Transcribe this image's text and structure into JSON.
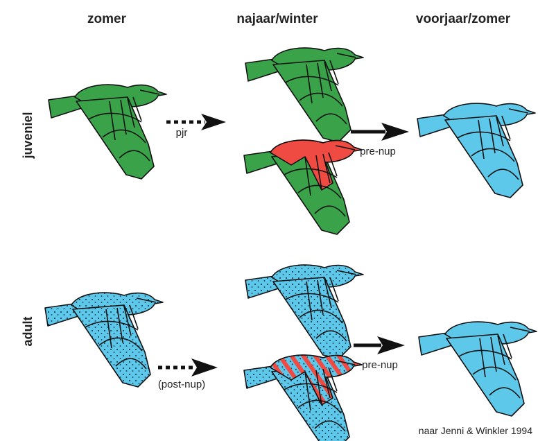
{
  "headers": {
    "summer": "zomer",
    "autumn_winter": "najaar/winter",
    "spring_summer": "voorjaar/zomer"
  },
  "rows": {
    "juvenile": "juveniel",
    "adult": "adult"
  },
  "arrows": {
    "pjr": "pjr",
    "pre_nup_juvenile": "pre-nup",
    "post_nup": "(post-nup)",
    "pre_nup_adult": "pre-nup"
  },
  "source": "naar Jenni & Winkler 1994",
  "colors": {
    "juvenile_green": "#3aa34a",
    "adult_blue": "#5ec8ea",
    "moulted_red": "#ef4b43",
    "outline": "#111111",
    "arrow": "#111111"
  }
}
